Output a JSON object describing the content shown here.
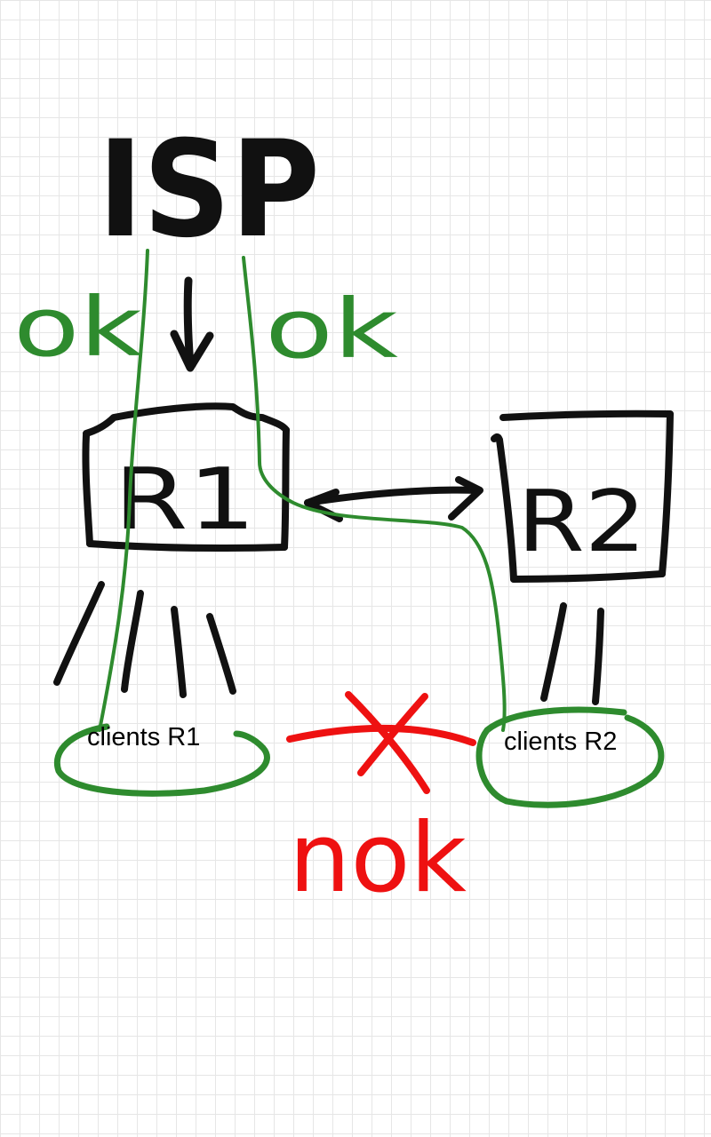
{
  "diagram": {
    "isp_label": "ISP",
    "left_status": "ok",
    "right_status": "ok",
    "bottom_status": "nok",
    "router1_label": "R1",
    "router2_label": "R2",
    "clients_r1_label": "clients R1",
    "clients_r2_label": "clients R2"
  },
  "colors": {
    "ink": "#111111",
    "ok": "#2e8b2e",
    "nok": "#ee1111"
  }
}
